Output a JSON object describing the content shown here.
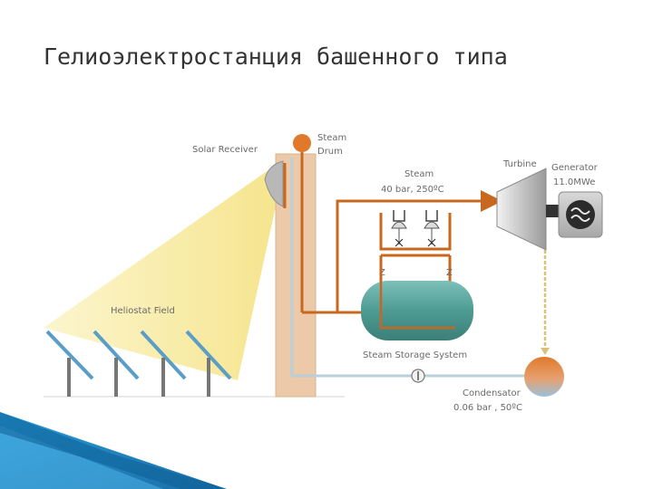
{
  "slide": {
    "title": "Гелиоэлектростанция башенного типа"
  },
  "labels": {
    "solar_receiver": "Solar Receiver",
    "steam_drum_line1": "Steam",
    "steam_drum_line2": "Drum",
    "steam_line1": "Steam",
    "steam_line2": "40 bar, 250ºC",
    "turbine": "Turbine",
    "generator_line1": "Generator",
    "generator_line2": "11.0MWe",
    "heliostat_field": "Heliostat Field",
    "storage": "Steam Storage System",
    "condensator_line1": "Condensator",
    "condensator_line2": "0.06 bar , 50ºC"
  },
  "colors": {
    "steam_pipe": "#c8681e",
    "water_pipe": "#b9cfd9",
    "tower": "#ecc9a8",
    "storage_tank": "#4e9b93",
    "light_beam": "#f7ea9a",
    "mirror": "#5a9ec8",
    "slide_accent": "#1f86c6"
  },
  "icons": {
    "generator": "sine-wave-icon",
    "valve": "gate-valve-icon",
    "pump": "pump-icon"
  }
}
